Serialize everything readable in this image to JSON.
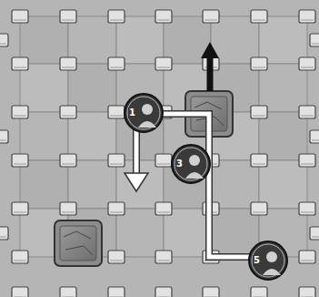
{
  "diagram": {
    "nodes": [
      {
        "text": [
          "1"
        ]
      },
      {
        "text": [
          "3"
        ]
      },
      {
        "text": [
          "5"
        ]
      }
    ]
  }
}
